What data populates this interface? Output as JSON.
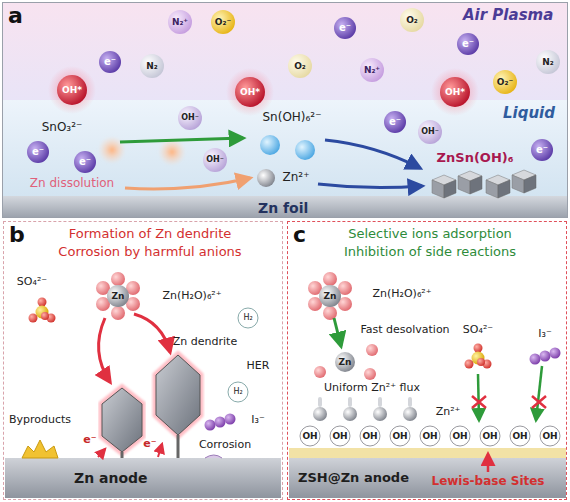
{
  "diagram": {
    "nodes": [
      {
        "text": [
          "a"
        ]
      },
      {
        "text": [
          "Air Plasma"
        ],
        "in": 0
      },
      {
        "text": [
          "Liquid"
        ],
        "in": 0
      },
      {
        "text": [
          "Zn foil"
        ],
        "in": 0
      },
      {
        "text": [
          "b"
        ]
      },
      {
        "text": [
          "Zn anode"
        ],
        "in": 4
      },
      {
        "text": [
          "c"
        ]
      },
      {
        "text": [
          "ZSH@Zn anode"
        ],
        "in": 6
      }
    ],
    "labels": [
      "N₂⁺",
      "O₂⁻",
      "e⁻",
      "N₂",
      "OH*",
      "O₂",
      "OH*",
      "N₂⁺",
      "O₂",
      "e⁻",
      "e⁻",
      "N₂",
      "O₂⁻",
      "OH*",
      "SnO₃²⁻",
      "OH⁻",
      "e⁻",
      "e⁻",
      "OH⁻",
      "Zn dissolution",
      "Sn(OH)₆²⁻",
      "Zn²⁺",
      "e⁻",
      "OH⁻",
      "e⁻",
      "ZnSn(OH)₆",
      "Formation of Zn dendrite",
      "Corrosion by harmful anions",
      "SO₄²⁻",
      "Zn",
      "Zn(H₂O)₆²⁺",
      "H₂",
      "Zn dendrite",
      "HER",
      "H₂",
      "Byproducts",
      "e⁻",
      "e⁻",
      "I₃⁻",
      "Corrosion",
      "Selective ions adsorption",
      "Inhibition of side reactions",
      "Zn",
      "Zn(H₂O)₆²⁺",
      "Fast desolvation",
      "Zn",
      "SO₄²⁻",
      "I₃⁻",
      "Uniform Zn²⁺ flux",
      "Zn²⁺",
      "OH",
      "OH",
      "OH",
      "OH",
      "OH",
      "OH",
      "OH",
      "OH",
      "OH",
      "Lewis-base Sites"
    ]
  }
}
